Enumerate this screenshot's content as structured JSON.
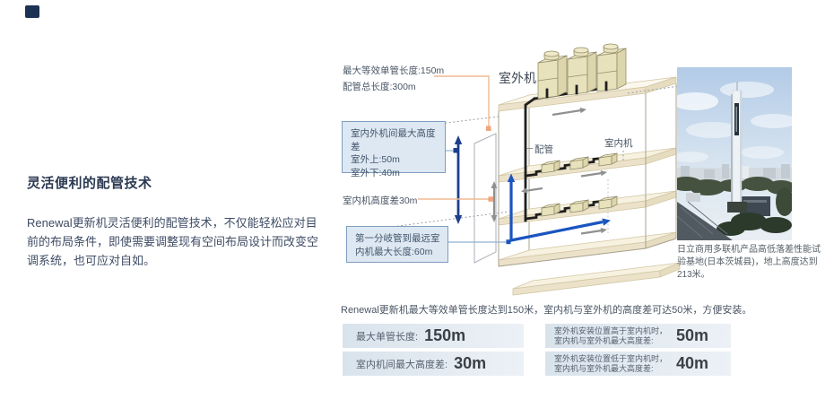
{
  "colors": {
    "brand-navy": "#1c3254",
    "accent-navy": "#1d3e8c",
    "accent-royal": "#1a54c0",
    "connector-orange": "#f2b894",
    "callout-fill": "#dde8f2",
    "callout-border": "#7f9ec0",
    "spec-bg1": "#d9e3ec",
    "spec-bg2": "#ecf1f6",
    "pipe-black": "#1f1f1f",
    "arrow-gray": "#909090"
  },
  "intro": {
    "title": "灵活便利的配管技术",
    "body": "Renewal更新机灵活便利的配管技术，不仅能轻松应对目前的布局条件，即使需要调整现有空间布局设计而改变空调系统，也可应对自如。"
  },
  "diagram": {
    "top_note_line1": "最大等效单管长度:150m",
    "top_note_line2": "配管总长度:300m",
    "outdoor_unit_label": "室外机",
    "pipe_label": "配管",
    "indoor_unit_label": "室内机",
    "height_box": {
      "line1": "室内外机间最大高度差",
      "line2": "室外上:50m",
      "line3": "室外下:40m"
    },
    "indoor_diff_label": "室内机高度差30m",
    "branch_box": {
      "line1": "第一分岐管到最远室",
      "line2": "内机最大长度:60m"
    }
  },
  "photo": {
    "caption": "日立商用多联机产品高低落差性能试验基地(日本茨城县)，地上高度达到213米。"
  },
  "summary": "Renewal更新机最大等效单管长度达到150米，室内机与室外机的高度差可达50米，方便安装。",
  "specs": {
    "left1": {
      "label": "最大单管长度:",
      "value": "150m"
    },
    "right1": {
      "label_line1": "室外机安装位置高于室内机时，",
      "label_line2": "室内机与室外机最大高度差:",
      "value": "50m"
    },
    "left2": {
      "label": "室内机间最大高度差:",
      "value": "30m"
    },
    "right2": {
      "label_line1": "室外机安装位置低于室内机时，",
      "label_line2": "室内机与室外机最大高度差:",
      "value": "40m"
    }
  }
}
